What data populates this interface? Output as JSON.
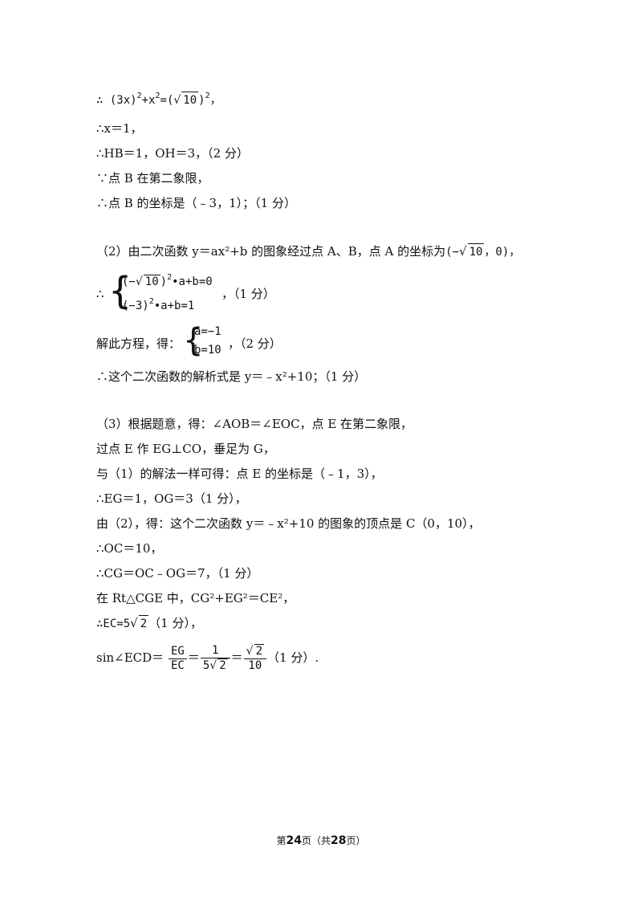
{
  "lines": {
    "l1_therefore": "∴",
    "l1_lhs": "(3x)",
    "l1_exp1": "2",
    "l1_plus": "+x",
    "l1_exp2": "2",
    "l1_eq": "=(",
    "l1_rad": "√",
    "l1_radicand": "10",
    "l1_close": ")",
    "l1_exp3": "2",
    "l1_end": "，",
    "l2": "∴x＝1，",
    "l3": "∴HB＝1，OH＝3，（2 分）",
    "l4": "∵点 B 在第二象限，",
    "l5": "∴点 B 的坐标是（﹣3，1）；（1 分）",
    "l6_text": "（2）由二次函数 y＝ax²+b 的图象经过点 A、B，点 A 的坐标为",
    "l6_open": "(−",
    "l6_rad": "√",
    "l6_radicand": "10",
    "l6_close": "，0)，",
    "l7_therefore": "∴",
    "l7_eq1_a": "(−",
    "l7_eq1_rad": "√",
    "l7_eq1_radicand": "10",
    "l7_eq1_b": ")",
    "l7_eq1_exp": "2",
    "l7_eq1_c": "•a+b=0",
    "l7_eq2_a": "(−3)",
    "l7_eq2_exp": "2",
    "l7_eq2_c": "•a+b=1",
    "l7_score": "，（1 分）",
    "l8_text": "解此方程，得：",
    "l8_eq1": "a=−1",
    "l8_eq2": "b=10",
    "l8_score": "，（2 分）",
    "l9": "∴这个二次函数的解析式是 y＝﹣x²+10；（1 分）",
    "l10": "（3）根据题意，得：∠AOB＝∠EOC，点 E 在第二象限，",
    "l11": "过点 E 作 EG⊥CO，垂足为 G，",
    "l12": "与（1）的解法一样可得：点 E 的坐标是（﹣1，3），",
    "l13": "∴EG＝1，OG＝3（1 分），",
    "l14": "由（2），得：这个二次函数 y＝﹣x²+10 的图象的顶点是 C（0，10），",
    "l15": "∴OC＝10，",
    "l16": "∴CG＝OC﹣OG＝7，（1 分）",
    "l17": "在 Rt△CGE 中，CG²+EG²＝CE²，",
    "l18_a": "∴EC=5",
    "l18_rad": "√",
    "l18_radicand": "2",
    "l18_b": "（1 分），",
    "l19_a": "sin∠ECD＝",
    "l19_f1_num": "EG",
    "l19_f1_den": "EC",
    "l19_eq1": "＝",
    "l19_f2_num": "1",
    "l19_f2_den_a": "5",
    "l19_f2_den_rad": "√",
    "l19_f2_den_radicand": "2",
    "l19_eq2": "＝",
    "l19_f3_num_rad": "√",
    "l19_f3_num_radicand": "2",
    "l19_f3_den": "10",
    "l19_end": "（1 分）."
  },
  "footer": {
    "prefix": "第",
    "page": "24",
    "mid": "页（共",
    "total": "28",
    "suffix": "页）"
  }
}
